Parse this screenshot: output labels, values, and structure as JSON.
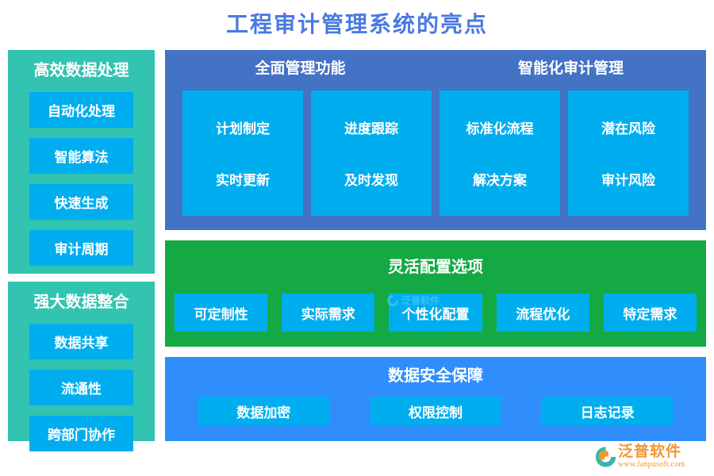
{
  "page": {
    "title": "工程审计管理系统的亮点",
    "title_color": "#4a7ae0",
    "background": "#ffffff"
  },
  "colors": {
    "teal_panel": "#32C3B1",
    "top_panel_blue": "#4472C4",
    "green_panel": "#14A943",
    "security_panel_blue": "#2F8EFC",
    "chip_blue": "#00AEEF",
    "chip_text": "#ffffff",
    "logo_orange": "#f2962f",
    "logo_teal": "#36b8a8"
  },
  "sidebar": {
    "panels": [
      {
        "heading": "高效数据处理",
        "items": [
          {
            "label": "自动化处理"
          },
          {
            "label": "智能算法"
          },
          {
            "label": "快速生成"
          },
          {
            "label": "审计周期"
          }
        ]
      },
      {
        "heading": "强大数据整合",
        "items": [
          {
            "label": "数据共享"
          },
          {
            "label": "流通性"
          },
          {
            "label": "跨部门协作"
          }
        ]
      }
    ]
  },
  "top_panel": {
    "headings": [
      "全面管理功能",
      "智能化审计管理"
    ],
    "cards": [
      {
        "line1": "计划制定",
        "line2": "实时更新"
      },
      {
        "line1": "进度跟踪",
        "line2": "及时发现"
      },
      {
        "line1": "标准化流程",
        "line2": "解决方案"
      },
      {
        "line1": "潜在风险",
        "line2": "审计风险"
      }
    ]
  },
  "green_panel": {
    "heading": "灵活配置选项",
    "items": [
      {
        "label": "可定制性"
      },
      {
        "label": "实际需求"
      },
      {
        "label": "个性化配置"
      },
      {
        "label": "流程优化"
      },
      {
        "label": "特定需求"
      }
    ]
  },
  "security_panel": {
    "heading": "数据安全保障",
    "items": [
      {
        "label": "数据加密"
      },
      {
        "label": "权限控制"
      },
      {
        "label": "日志记录"
      }
    ]
  },
  "branding": {
    "name_cn": "泛普软件",
    "url": "www.fanpusoft.com",
    "watermark_text": "泛普软件"
  }
}
